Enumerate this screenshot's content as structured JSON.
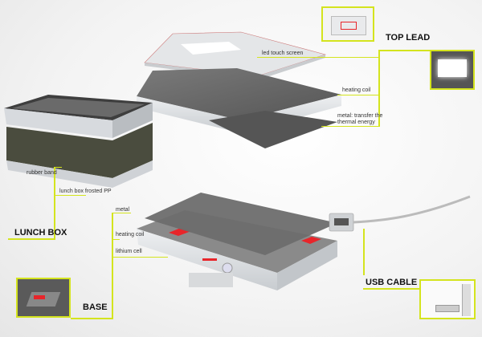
{
  "sections": {
    "top_lead": {
      "title": "TOP LEAD",
      "parts": [
        "led touch screen",
        "heating coil",
        "metal: transfer the",
        "thermal energy"
      ]
    },
    "lunch_box": {
      "title": "LUNCH BOX",
      "parts": [
        "rubber band",
        "lunch box frosted PP"
      ]
    },
    "base": {
      "title": "BASE",
      "parts": [
        "metal",
        "heating coil",
        "lithium cell"
      ]
    },
    "usb_cable": {
      "title": "USB CABLE"
    }
  },
  "colors": {
    "accent": "#d4e41e",
    "led_red": "#e8252a",
    "metal": "#6b6b6b",
    "body": "#dcdfe2"
  }
}
